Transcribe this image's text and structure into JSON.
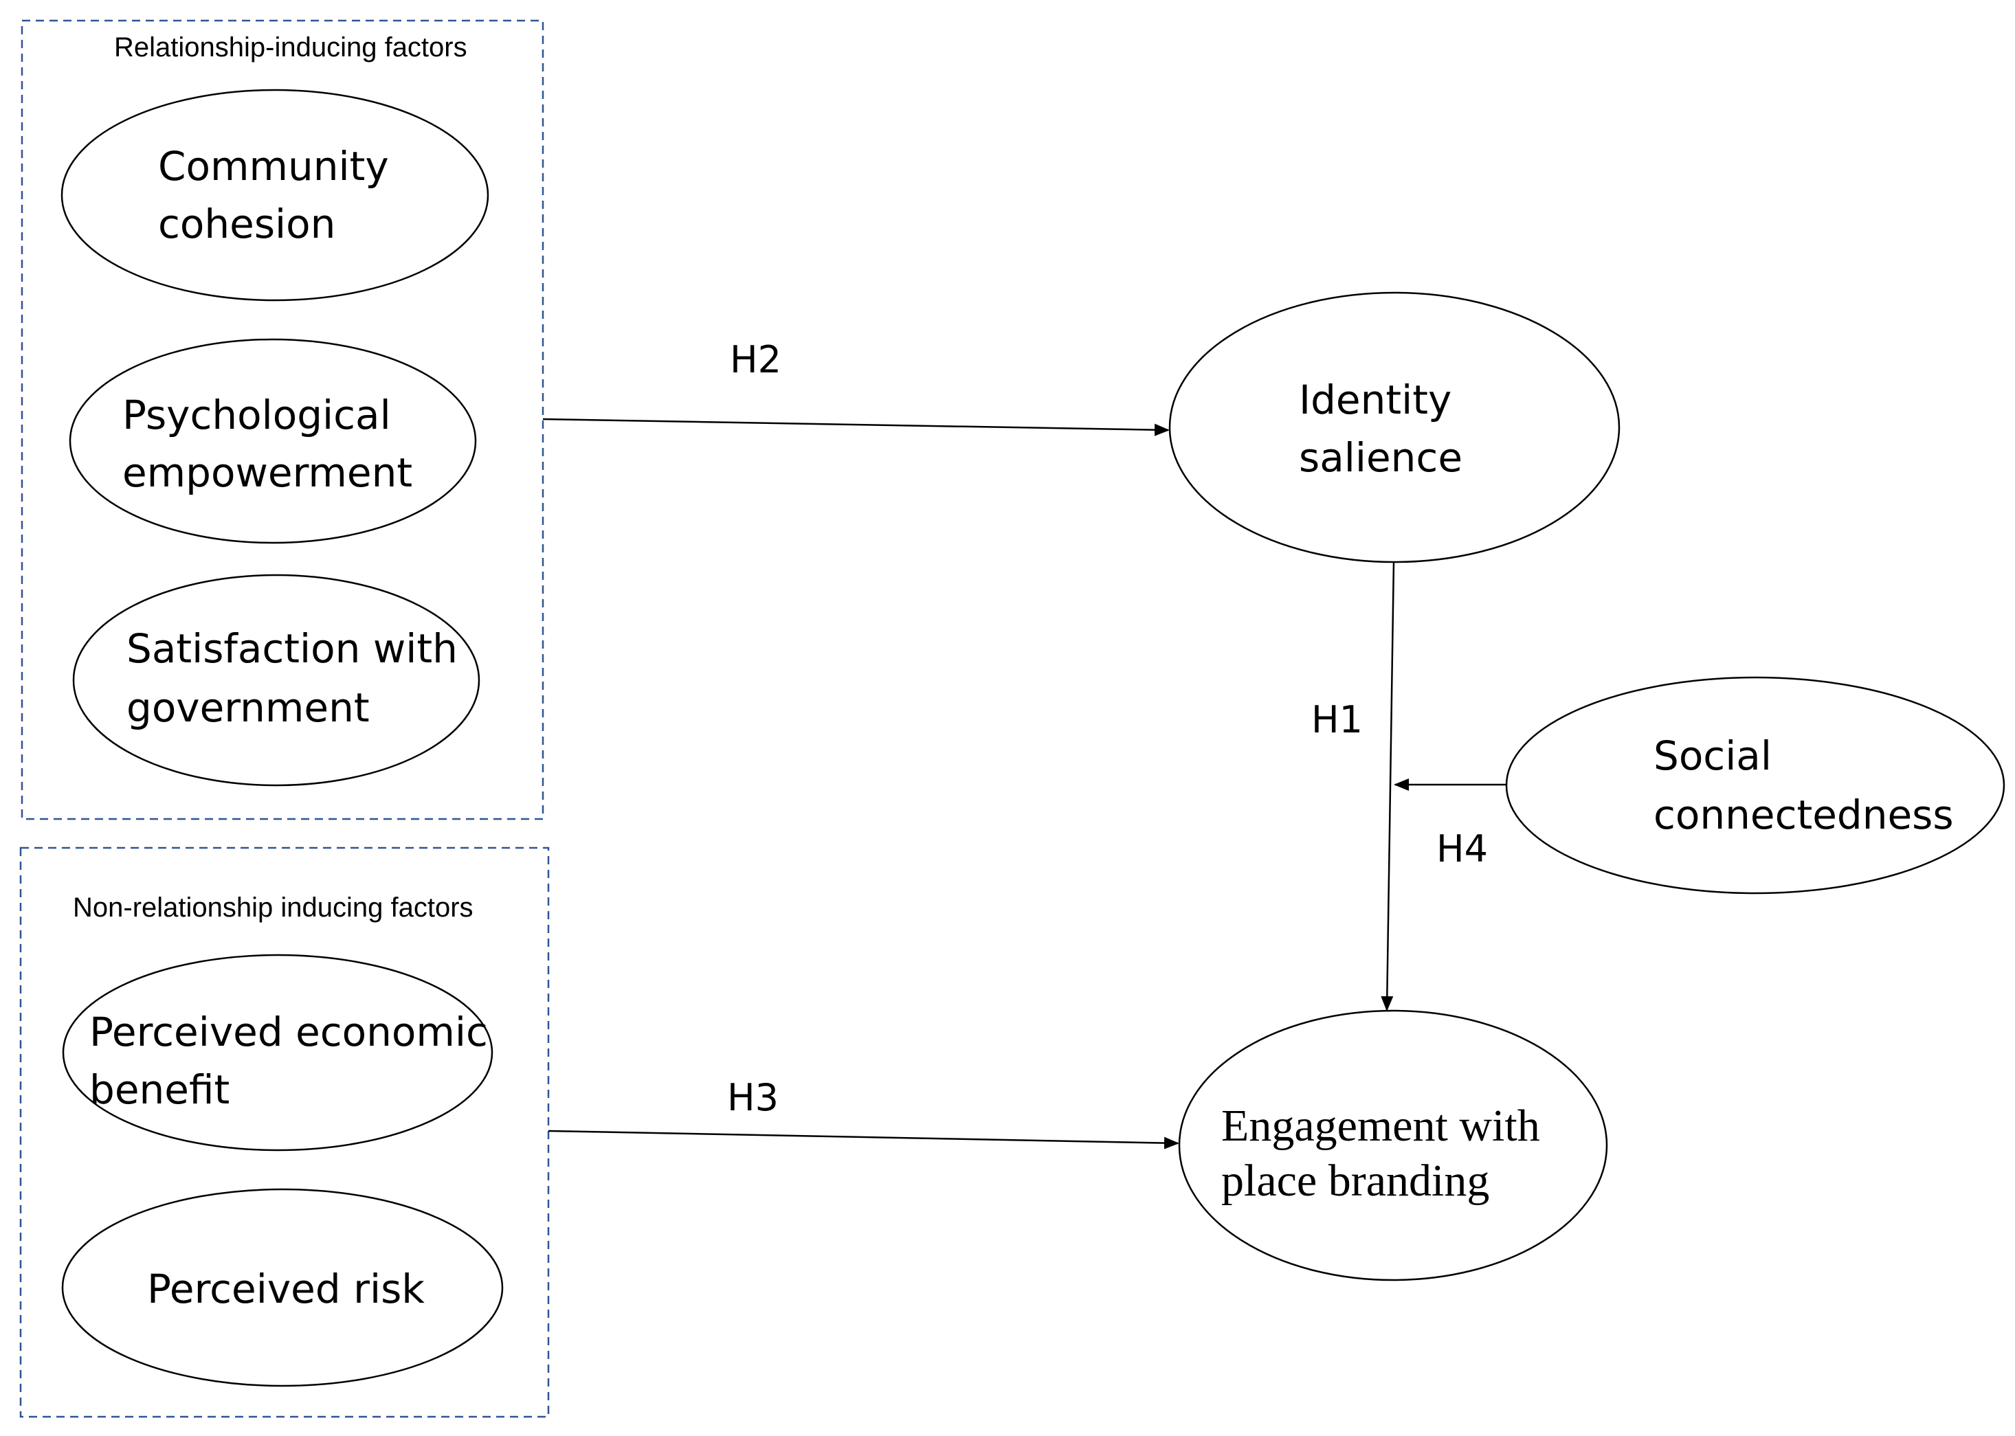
{
  "groups": {
    "relationship": {
      "title": "Relationship-inducing factors"
    },
    "non_relationship": {
      "title": "Non-relationship inducing factors"
    }
  },
  "nodes": {
    "community_cohesion": {
      "line1": "Community",
      "line2": "cohesion"
    },
    "psychological_empowerment": {
      "line1": "Psychological",
      "line2": "empowerment"
    },
    "satisfaction_with_government": {
      "line1": "Satisfaction with",
      "line2": "government"
    },
    "perceived_economic_benefit": {
      "line1": "Perceived economic",
      "line2": "benefit"
    },
    "perceived_risk": {
      "line1": "Perceived risk"
    },
    "identity_salience": {
      "line1": "Identity",
      "line2": "salience"
    },
    "social_connectedness": {
      "line1": "Social",
      "line2": "connectedness"
    },
    "engagement_with_place_branding": {
      "line1": "Engagement with",
      "line2": "place branding"
    }
  },
  "edges": {
    "h1": {
      "label": "H1"
    },
    "h2": {
      "label": "H2"
    },
    "h3": {
      "label": "H3"
    },
    "h4": {
      "label": "H4"
    }
  },
  "colors": {
    "stroke": "#000000",
    "group_border": "#2f5496",
    "background": "#ffffff"
  }
}
